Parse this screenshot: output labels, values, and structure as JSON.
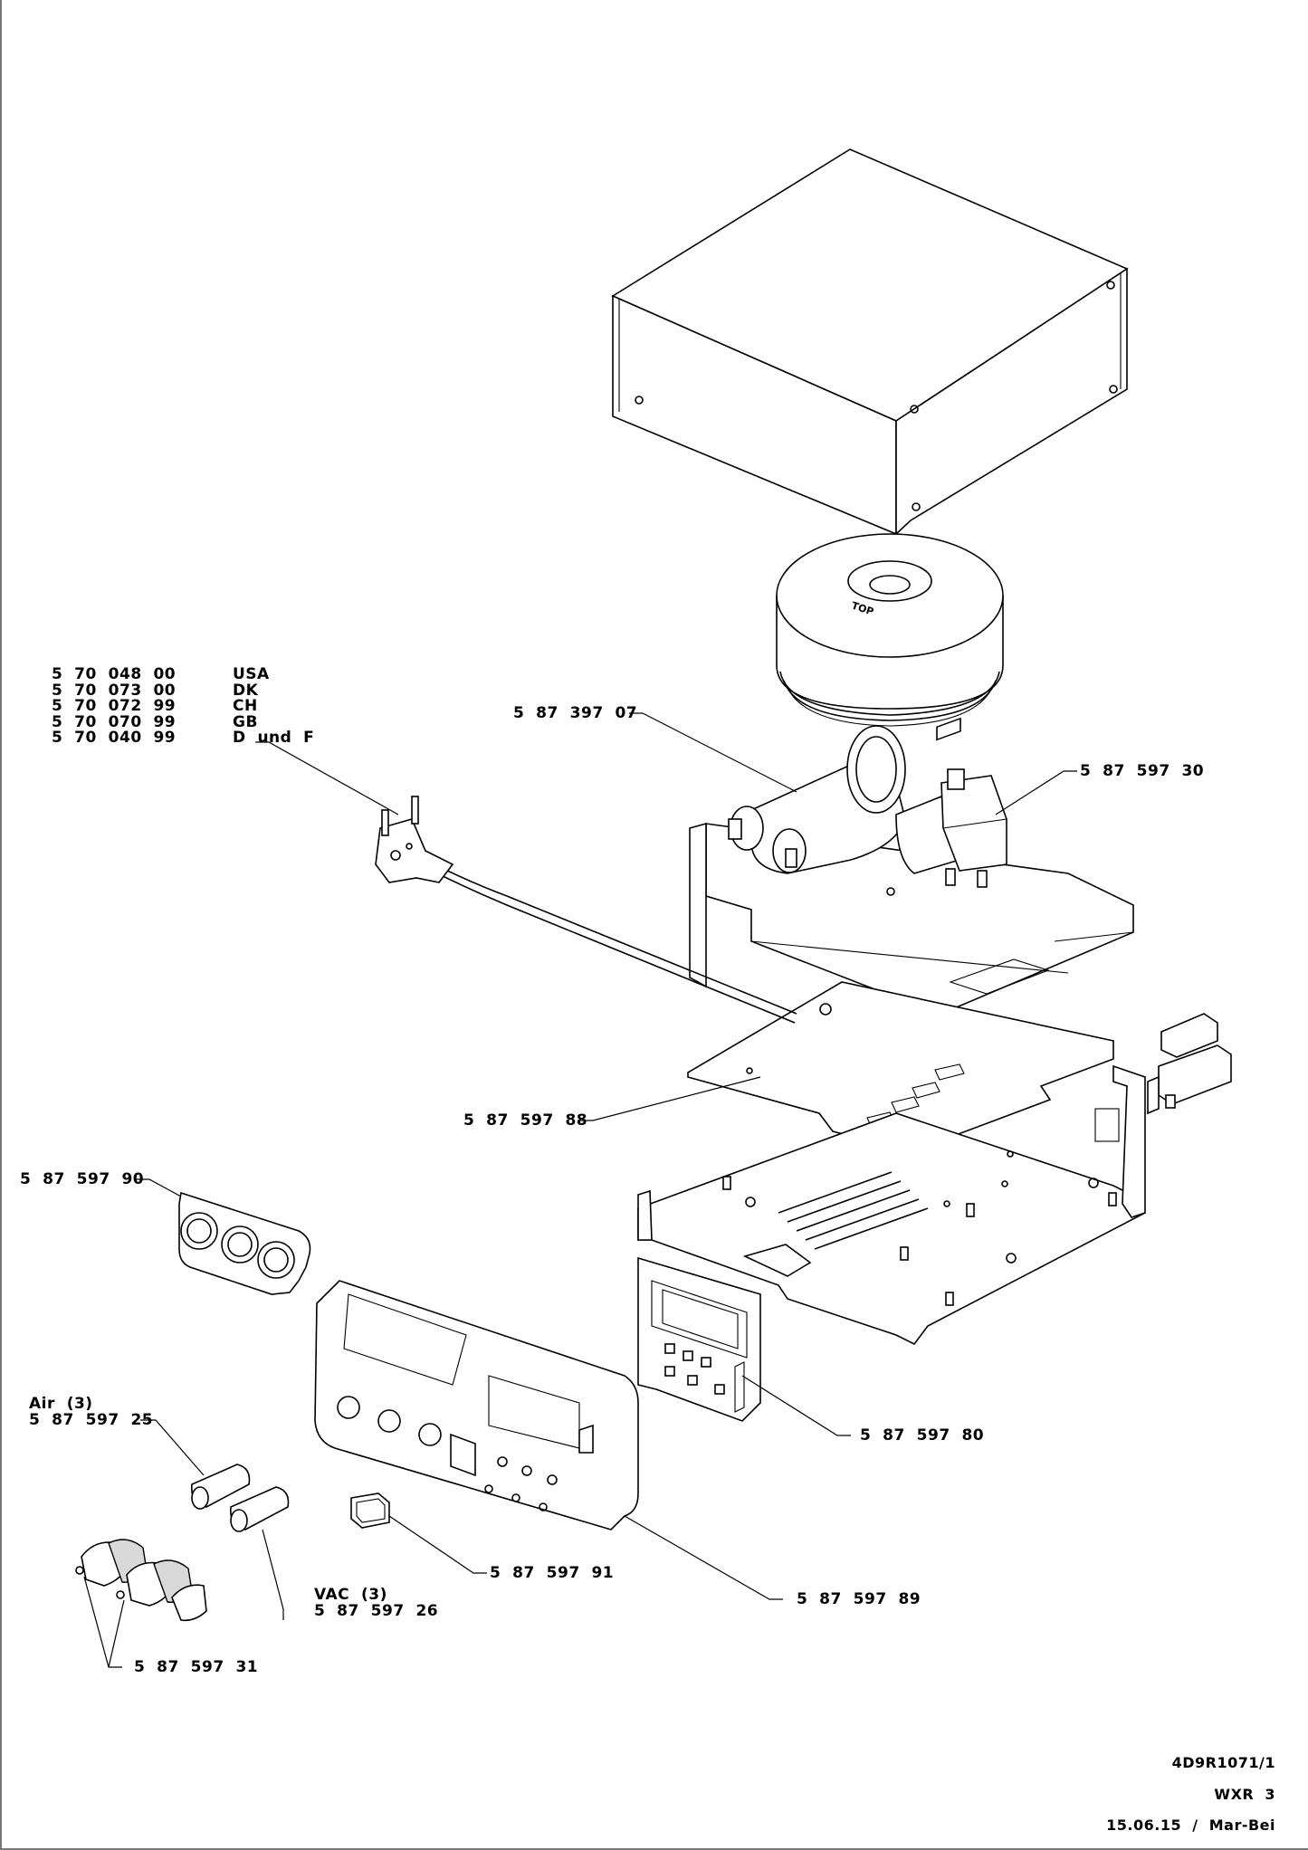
{
  "document": {
    "drawing_number": "4D9R1071/1",
    "model": "WXR  3",
    "date_author": "15.06.15  /  Mar-Bei"
  },
  "plug_variants": [
    {
      "part": "5  70  048  00",
      "country": "USA"
    },
    {
      "part": "5  70  073  00",
      "country": "DK"
    },
    {
      "part": "5  70  072  99",
      "country": "CH"
    },
    {
      "part": "5  70  070  99",
      "country": "GB"
    },
    {
      "part": "5  70  040  99",
      "country": "D  und  F"
    }
  ],
  "callouts": {
    "pump": "5  87  397  07",
    "valve": "5  87  597  30",
    "pcb_main": "5  87  597  88",
    "socket_panel": "5  87  597  90",
    "display_pcb": "5  87  597  80",
    "air_label": "Air  (3)",
    "air_part": "5  87  597  25",
    "vac_label": "VAC  (3)",
    "vac_part": "5  87  597  26",
    "switch": "5  87  597  91",
    "front_panel": "5  87  597  89",
    "knobs": "5  87  597  31"
  },
  "icons": {
    "transformer": "toroidal-transformer-icon",
    "plug": "power-plug-icon"
  },
  "transformer_marking": "TOP"
}
